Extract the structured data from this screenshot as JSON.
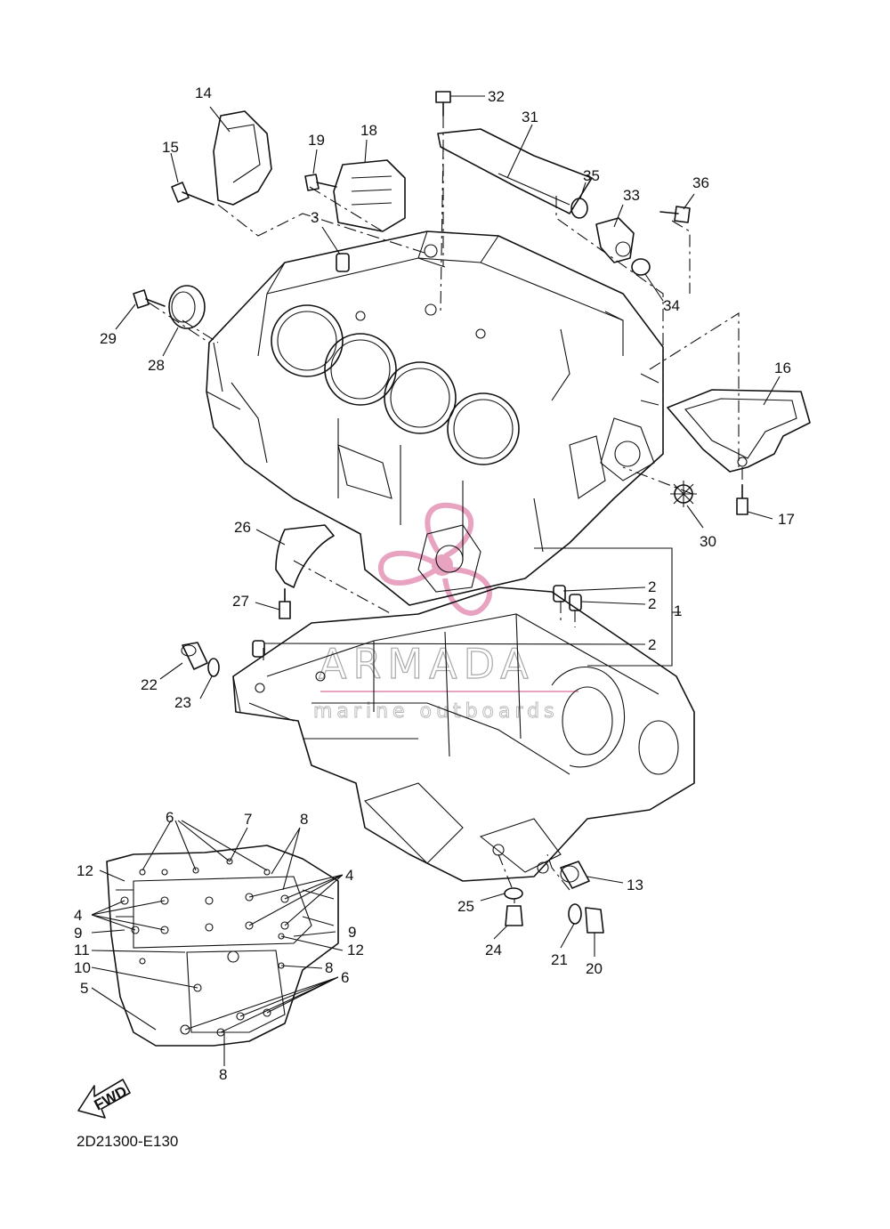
{
  "diagram_code": "2D21300-E130",
  "fwd_label": "FWD",
  "watermark": {
    "brand": "ARMADA",
    "tagline": "marine outboards",
    "color": "#e8a3c0"
  },
  "callouts": [
    "1",
    "2",
    "3",
    "4",
    "5",
    "6",
    "7",
    "8",
    "9",
    "10",
    "11",
    "12",
    "13",
    "14",
    "15",
    "16",
    "17",
    "18",
    "19",
    "20",
    "21",
    "22",
    "23",
    "24",
    "25",
    "26",
    "27",
    "28",
    "29",
    "30",
    "31",
    "32",
    "33",
    "34",
    "35",
    "36"
  ]
}
